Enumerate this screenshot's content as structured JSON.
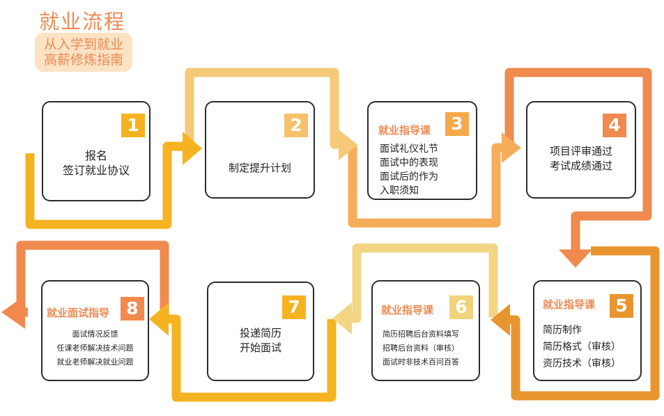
{
  "header": {
    "title": "就业流程",
    "subtitle_lines": [
      "从入学到就业",
      "高薪修炼指南"
    ]
  },
  "colors": {
    "title": "#ee8a52",
    "subtitle_bg": "#fde2c4",
    "tag_text": "#ee8a52",
    "card_border": "#2b2b2b"
  },
  "steps": [
    {
      "number": "1",
      "tag": "",
      "lines": [
        "报名",
        "签订就业协议"
      ],
      "badge_color": "#f6b321"
    },
    {
      "number": "2",
      "tag": "",
      "lines": [
        "制定提升计划"
      ],
      "badge_color": "#f5c16a"
    },
    {
      "number": "3",
      "tag": "就业指导课",
      "lines": [
        "面试礼仪礼节",
        "面试中的表现",
        "面试后的作为",
        "入职须知"
      ],
      "badge_color": "#f5a94a"
    },
    {
      "number": "4",
      "tag": "",
      "lines": [
        "项目评审通过",
        "考试成绩通过"
      ],
      "badge_color": "#f08a4e"
    },
    {
      "number": "5",
      "tag": "就业指导课",
      "lines": [
        "简历制作",
        "简历格式（审核）",
        "资历技术（审核）"
      ],
      "badge_color": "#e9952f"
    },
    {
      "number": "6",
      "tag": "就业指导课",
      "lines": [
        "简历招聘后台资料填写",
        "招聘后台资料（审核）",
        "面试时非技术百问百答"
      ],
      "badge_color": "#f3d27c"
    },
    {
      "number": "7",
      "tag": "",
      "lines": [
        "投递简历",
        "开始面试"
      ],
      "badge_color": "#f6b321"
    },
    {
      "number": "8",
      "tag": "就业面试指导",
      "lines": [
        "面试情况反馈",
        "任课老师解决技术问题",
        "就业老师解决就业问题"
      ],
      "badge_color": "#f08a4e"
    }
  ]
}
